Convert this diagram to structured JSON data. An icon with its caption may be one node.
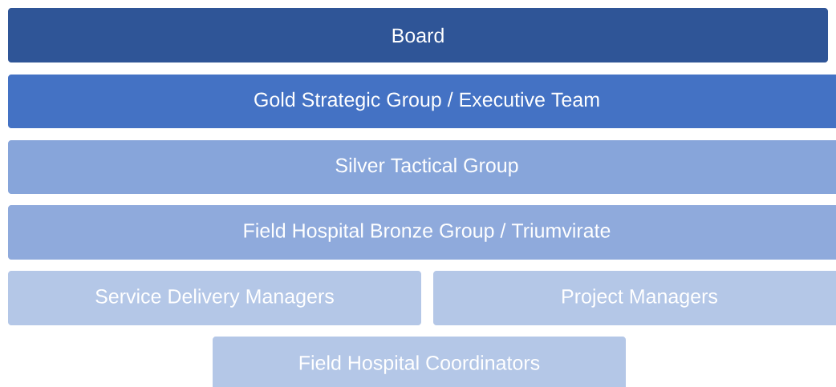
{
  "diagram": {
    "nodes": [
      {
        "text": [
          "Board"
        ]
      },
      {
        "text": [
          "Gold Strategic Group / Executive Team"
        ]
      },
      {
        "text": [
          "Silver Tactical Group"
        ]
      },
      {
        "text": [
          "Field Hospital Bronze Group / Triumvirate"
        ]
      },
      {
        "text": [
          "Service Delivery Managers"
        ]
      },
      {
        "text": [
          "Project Managers"
        ]
      },
      {
        "text": [
          "Field Hospital Coordinators"
        ]
      }
    ]
  }
}
